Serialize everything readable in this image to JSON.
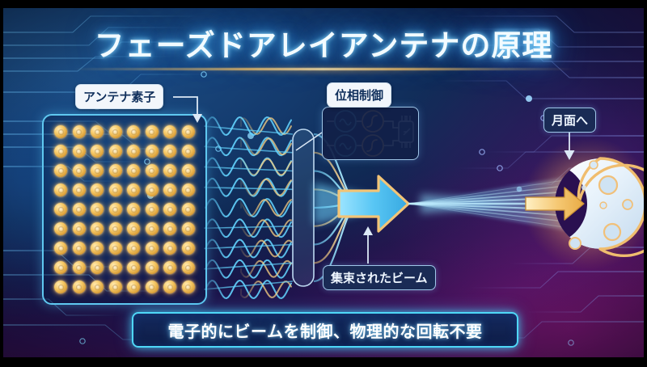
{
  "title": "フェーズドアレイアンテナの原理",
  "labels": {
    "antenna_element": "アンテナ素子",
    "phase_control": "位相制御",
    "focused_beam": "集束されたビーム",
    "to_moon": "月面へ"
  },
  "banner": {
    "text": "電子的にビームを制御、物理的な回転不要"
  },
  "array": {
    "rows": 9,
    "columns": 8,
    "element_count": 72
  },
  "colors": {
    "accent_cyan": "#4fd8f8",
    "accent_gold": "#f6c967",
    "title_glow": "#8fdcff",
    "bg_blue": "#143b6e",
    "bg_purple": "#3d0f4f",
    "label_light_bg": "#f2f6fb",
    "label_dark_bg": "#1a2b55"
  },
  "icons": {
    "oscillator": "sine-wave-icon",
    "phase_shifter": "s-curve-icon",
    "combiner": "combiner-block-icon",
    "beam_arrow": "right-arrow-icon",
    "moon": "crescent-moon-icon"
  }
}
